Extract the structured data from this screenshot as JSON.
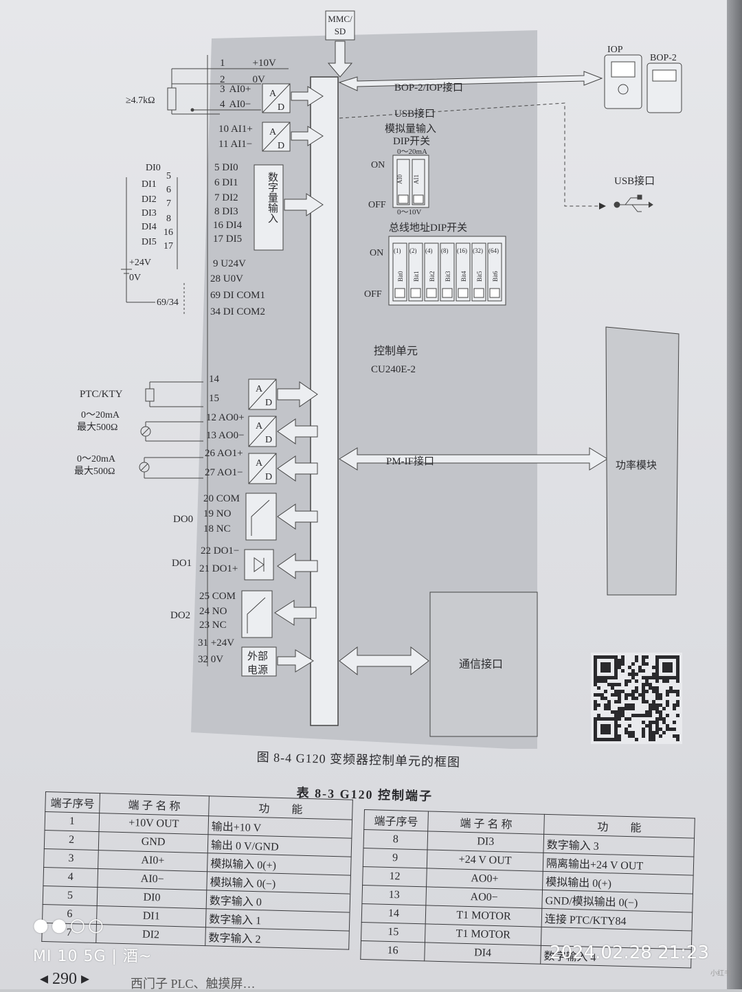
{
  "diagram": {
    "mmc": [
      "MMC/",
      "SD"
    ],
    "terminals_analog_in": [
      {
        "no": "1",
        "name": "+10V"
      },
      {
        "no": "2",
        "name": "0V"
      },
      {
        "no": "3",
        "name": "AI0+"
      },
      {
        "no": "4",
        "name": "AI0−"
      },
      {
        "no": "10",
        "name": "AI1+"
      },
      {
        "no": "11",
        "name": "AI1−"
      }
    ],
    "pot_label": "≥4.7kΩ",
    "ad": {
      "a": "A",
      "d": "D"
    },
    "di_inputs": [
      {
        "label": "DI0",
        "no": "5",
        "term": "5  DI0"
      },
      {
        "label": "DI1",
        "no": "6",
        "term": "6  DI1"
      },
      {
        "label": "DI2",
        "no": "7",
        "term": "7  DI2"
      },
      {
        "label": "DI3",
        "no": "8",
        "term": "8  DI3"
      },
      {
        "label": "DI4",
        "no": "16",
        "term": "16 DI4"
      },
      {
        "label": "DI5",
        "no": "17",
        "term": "17 DI5"
      }
    ],
    "digital_input_box": "数字量输入",
    "supply_left": {
      "p24": "+24V",
      "zero": "0V",
      "com": "69/34"
    },
    "supply_terms": [
      "9  U24V",
      "28 U0V",
      "69 DI COM1",
      "34 DI COM2"
    ],
    "ptc_label": "PTC/KTY",
    "ptc_terms": [
      "14",
      "15"
    ],
    "ao_label_1": [
      "0～20mA",
      "最大500Ω"
    ],
    "ao_label_2": [
      "0～20mA",
      "最大500Ω"
    ],
    "ao_terms": [
      "12 AO0+",
      "13 AO0−",
      "26 AO1+",
      "27 AO1−"
    ],
    "do0": {
      "label": "DO0",
      "terms": [
        "20 COM",
        "19 NO",
        "18 NC"
      ]
    },
    "do1": {
      "label": "DO1",
      "terms": [
        "22 DO1−",
        "21 DO1+"
      ]
    },
    "do2": {
      "label": "DO2",
      "terms": [
        "25 COM",
        "24 NO",
        "23 NC"
      ]
    },
    "ext_power": {
      "terms": [
        "31 +24V",
        "32 0V"
      ],
      "box": [
        "外部",
        "电源"
      ]
    },
    "bop_iop_link": "BOP-2/IOP接口",
    "usb_link": "USB接口",
    "analog_dip": {
      "title": [
        "模拟量输入",
        "DIP开关"
      ],
      "on": "ON",
      "off": "OFF",
      "range_top": "0～20mA",
      "range_bottom": "0～10V",
      "switches": [
        "AI0",
        "AI1"
      ]
    },
    "bus_dip": {
      "title": "总线地址DIP开关",
      "on": "ON",
      "off": "OFF",
      "values": [
        "(1)",
        "(2)",
        "(4)",
        "(8)",
        "(16)",
        "(32)",
        "(64)"
      ],
      "bits": [
        "Bit0",
        "Bit1",
        "Bit2",
        "Bit3",
        "Bit4",
        "Bit5",
        "Bit6"
      ]
    },
    "control_unit": [
      "控制单元",
      "CU240E-2"
    ],
    "pm_if": "PM-IF接口",
    "power_module": "功率模块",
    "comm_interface": "通信接口",
    "iop": "IOP",
    "bop2": "BOP-2",
    "usb_right": "USB接口"
  },
  "figure_caption": "图 8-4    G120 变频器控制单元的框图",
  "table": {
    "title": "表 8-3    G120 控制端子",
    "headers": [
      "端子序号",
      "端 子 名 称",
      "功　　能"
    ],
    "left_rows": [
      {
        "no": "1",
        "name": "+10V OUT",
        "func": "输出+10 V"
      },
      {
        "no": "2",
        "name": "GND",
        "func": "输出 0 V/GND"
      },
      {
        "no": "3",
        "name": "AI0+",
        "func": "模拟输入 0(+)"
      },
      {
        "no": "4",
        "name": "AI0−",
        "func": "模拟输入 0(−)"
      },
      {
        "no": "5",
        "name": "DI0",
        "func": "数字输入 0"
      },
      {
        "no": "6",
        "name": "DI1",
        "func": "数字输入 1"
      },
      {
        "no": "7",
        "name": "DI2",
        "func": "数字输入 2"
      }
    ],
    "right_rows": [
      {
        "no": "8",
        "name": "DI3",
        "func": "数字输入 3"
      },
      {
        "no": "9",
        "name": "+24 V OUT",
        "func": "隔离输出+24 V OUT"
      },
      {
        "no": "12",
        "name": "AO0+",
        "func": "模拟输出 0(+)"
      },
      {
        "no": "13",
        "name": "AO0−",
        "func": "GND/模拟输出 0(−)"
      },
      {
        "no": "14",
        "name": "T1 MOTOR",
        "func": "连接 PTC/KTY84"
      },
      {
        "no": "15",
        "name": "T1 MOTOR",
        "func": ""
      },
      {
        "no": "16",
        "name": "DI4",
        "func": "数字输入 4"
      }
    ]
  },
  "footer": {
    "page": "◂ 290 ▸",
    "text": "西门子 PLC、触摸屏…"
  },
  "watermark": "小红书",
  "overlay": {
    "dots": "●●○○",
    "device": "MI 10 5G | 酒~",
    "datetime": "2024.02.28  21:23"
  }
}
